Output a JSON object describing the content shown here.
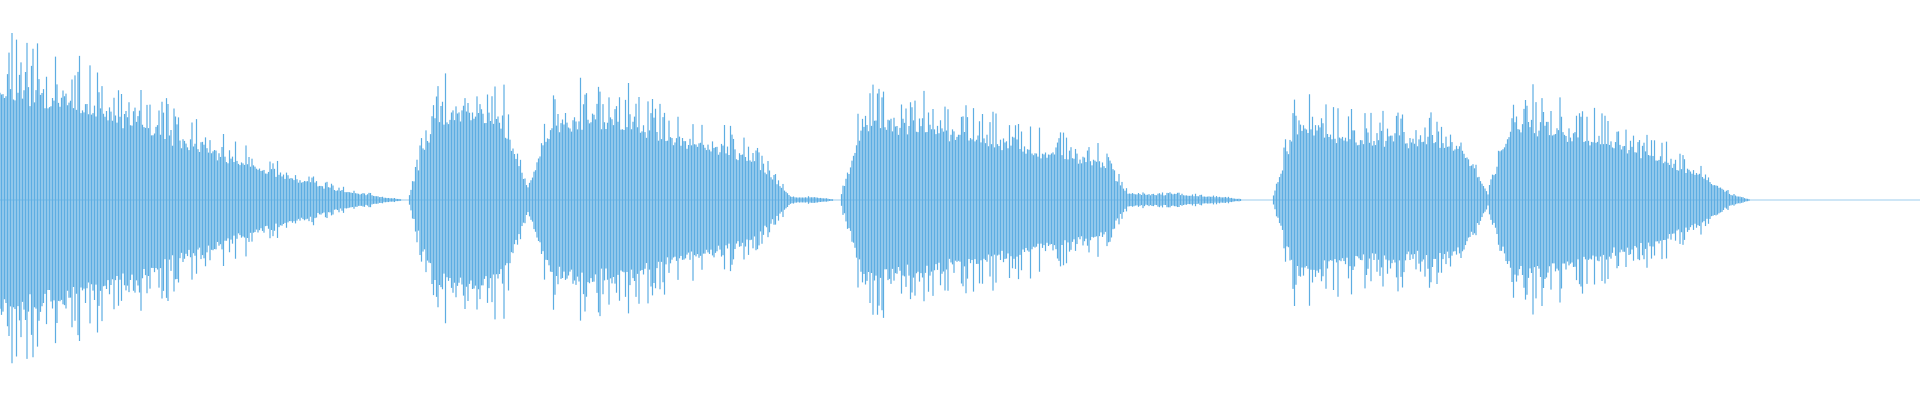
{
  "chart_data": {
    "type": "waveform",
    "color": "#5dade2",
    "background": "#ffffff",
    "grid": false,
    "axes": false,
    "amplitude_envelope": [
      0.9,
      0.85,
      0.82,
      0.78,
      0.72,
      0.66,
      0.6,
      0.52,
      0.44,
      0.37,
      0.3,
      0.24,
      0.18,
      0.13,
      0.08,
      0.05,
      0.02,
      0,
      0.6,
      0.7,
      0.7,
      0.6,
      0.1,
      0.6,
      0.62,
      0.62,
      0.6,
      0.55,
      0.5,
      0.45,
      0.4,
      0.35,
      0.2,
      0.02,
      0.02,
      0,
      0.62,
      0.6,
      0.58,
      0.55,
      0.52,
      0.48,
      0.44,
      0.4,
      0.36,
      0.32,
      0.28,
      0.05,
      0.04,
      0.04,
      0.03,
      0.02,
      0,
      0,
      0.6,
      0.55,
      0.5,
      0.45,
      0.5,
      0.45,
      0.45,
      0.4,
      0.05,
      0.6,
      0.58,
      0.55,
      0.5,
      0.45,
      0.4,
      0.34,
      0.26,
      0.18,
      0.05,
      0,
      0,
      0,
      0,
      0,
      0,
      0
    ]
  }
}
